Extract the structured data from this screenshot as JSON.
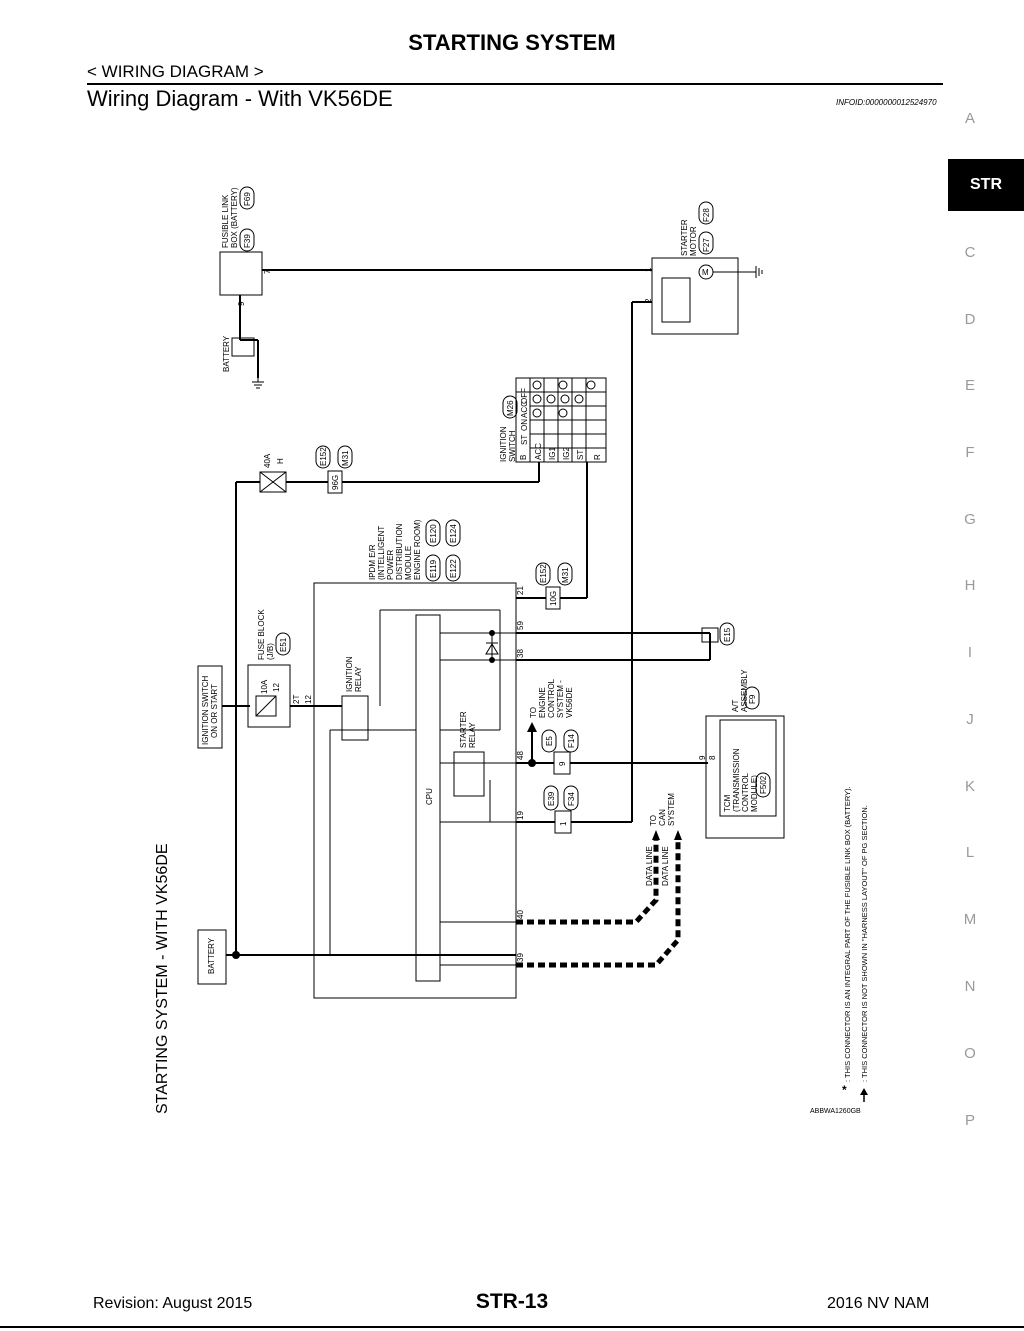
{
  "header": {
    "title": "STARTING SYSTEM",
    "breadcrumb": "< WIRING DIAGRAM >",
    "section_title": "Wiring Diagram - With VK56DE",
    "info_id": "INFOID:0000000012524970"
  },
  "side_index": {
    "letters_top": [
      "A"
    ],
    "active_tab": "STR",
    "letters_bottom": [
      "C",
      "D",
      "E",
      "F",
      "G",
      "H",
      "I",
      "J",
      "K",
      "L",
      "M",
      "N",
      "O",
      "P"
    ]
  },
  "diagram": {
    "title": "STARTING SYSTEM - WITH VK56DE",
    "figure_id": "ABBWA1260GB",
    "components": {
      "fusible_link_l1": "FUSIBLE LINK",
      "fusible_link_l2": "BOX (BATTERY)",
      "fusible_conn_1": "F39",
      "fusible_conn_2": "F69",
      "fusible_term_in": "9",
      "fusible_term_out": "7",
      "battery": "BATTERY",
      "starter_l1": "STARTER",
      "starter_l2": "MOTOR",
      "starter_conn_1": "F27",
      "starter_conn_2": "F28",
      "starter_term_1": "1",
      "starter_term_2": "2",
      "motor_symbol": "M",
      "ign_switch_l1": "IGNITION",
      "ign_switch_l2": "SWITCH",
      "ign_switch_conn": "M26",
      "fuse_40a": "40A",
      "fuse_40a_id": "H",
      "jc_e152_a": "E152",
      "jc_m31_a": "M31",
      "jc_96g": "96G",
      "ipdm_l1": "IPDM E/R",
      "ipdm_l2": "(INTELLIGENT",
      "ipdm_l3": "POWER",
      "ipdm_l4": "DISTRIBUTION",
      "ipdm_l5": "MODULE",
      "ipdm_l6": "ENGINE ROOM)",
      "ipdm_conn_1": "E119",
      "ipdm_conn_2": "E120",
      "ipdm_conn_3": "E122",
      "ipdm_conn_4": "E124",
      "jc_e152_b": "E152",
      "jc_m31_b": "M31",
      "jc_10g": "10G",
      "fuse_block_l1": "FUSE BLOCK",
      "fuse_block_l2": "(J/B)",
      "fuse_block_conn": "E51",
      "fuse_10a": "10A",
      "fuse_10a_id": "12",
      "fuse_term_2t": "2T",
      "fuse_term_12": "12",
      "ign_sw_on_l1": "IGNITION SWITCH",
      "ign_sw_on_l2": "ON OR START",
      "ign_relay_l1": "IGNITION",
      "ign_relay_l2": "RELAY",
      "cpu": "CPU",
      "starter_relay_l1": "STARTER",
      "starter_relay_l2": "RELAY",
      "e15": "E15",
      "ecs_l1": "TO",
      "ecs_l2": "ENGINE",
      "ecs_l3": "CONTROL",
      "ecs_l4": "SYSTEM -",
      "ecs_l5": "VK56DE",
      "jc_e5": "E5",
      "jc_f14": "F14",
      "jc_9": "9",
      "at_l1": "A/T",
      "at_l2": "ASSEMBLY",
      "at_conn": "F9",
      "tcm_l1": "TCM",
      "tcm_l2": "(TRANSMISSION",
      "tcm_l3": "CONTROL",
      "tcm_l4": "MODULE)",
      "tcm_conn": "F502",
      "tcm_term_9": "9",
      "tcm_term_8": "8",
      "jc_e39": "E39",
      "jc_f34": "F34",
      "jc_1": "1",
      "can_l1": "TO",
      "can_l2": "CAN",
      "can_l3": "SYSTEM",
      "data_line_1": "DATA LINE",
      "data_line_2": "DATA LINE",
      "batt_ipdm": "BATTERY",
      "pin_21": "21",
      "pin_59": "59",
      "pin_38": "38",
      "pin_48": "48",
      "pin_19": "19",
      "pin_40": "40",
      "pin_39": "39"
    },
    "switch_table": {
      "header": [
        "",
        "OFF",
        "ACC",
        "ON",
        "ST"
      ],
      "rows": [
        "B",
        "ACC",
        "IG1",
        "IG2",
        "ST",
        "R"
      ]
    },
    "notes": {
      "note_1": ": THIS CONNECTOR IS AN INTEGRAL PART OF THE FUSIBLE LINK BOX (BATTERY).",
      "note_2": ": THIS CONNECTOR IS NOT SHOWN IN \"HARNESS LAYOUT\" OF PG SECTION."
    }
  },
  "footer": {
    "revision": "Revision: August 2015",
    "page": "STR-13",
    "model": "2016 NV NAM"
  }
}
